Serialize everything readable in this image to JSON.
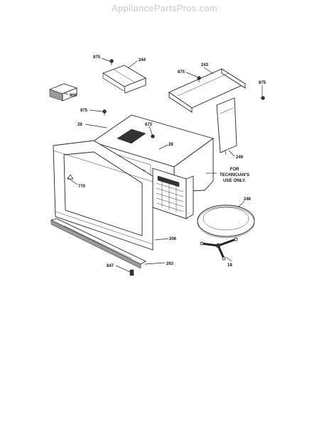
{
  "watermark": "AppliancePartsPros.com",
  "labels": {
    "p875a": "875",
    "p244": "244",
    "p243": "243",
    "p875b": "875",
    "p875c": "875",
    "p900": "900",
    "p875d": "875",
    "p673": "673",
    "p28a": "28",
    "p28b": "28",
    "p249": "249",
    "p770": "770",
    "p246": "246",
    "p206": "206",
    "p847": "847",
    "p263": "263",
    "p18": "18"
  },
  "note": {
    "line1": "FOR",
    "line2": "TECHNCIAN'S",
    "line3": "USE ONLY."
  }
}
